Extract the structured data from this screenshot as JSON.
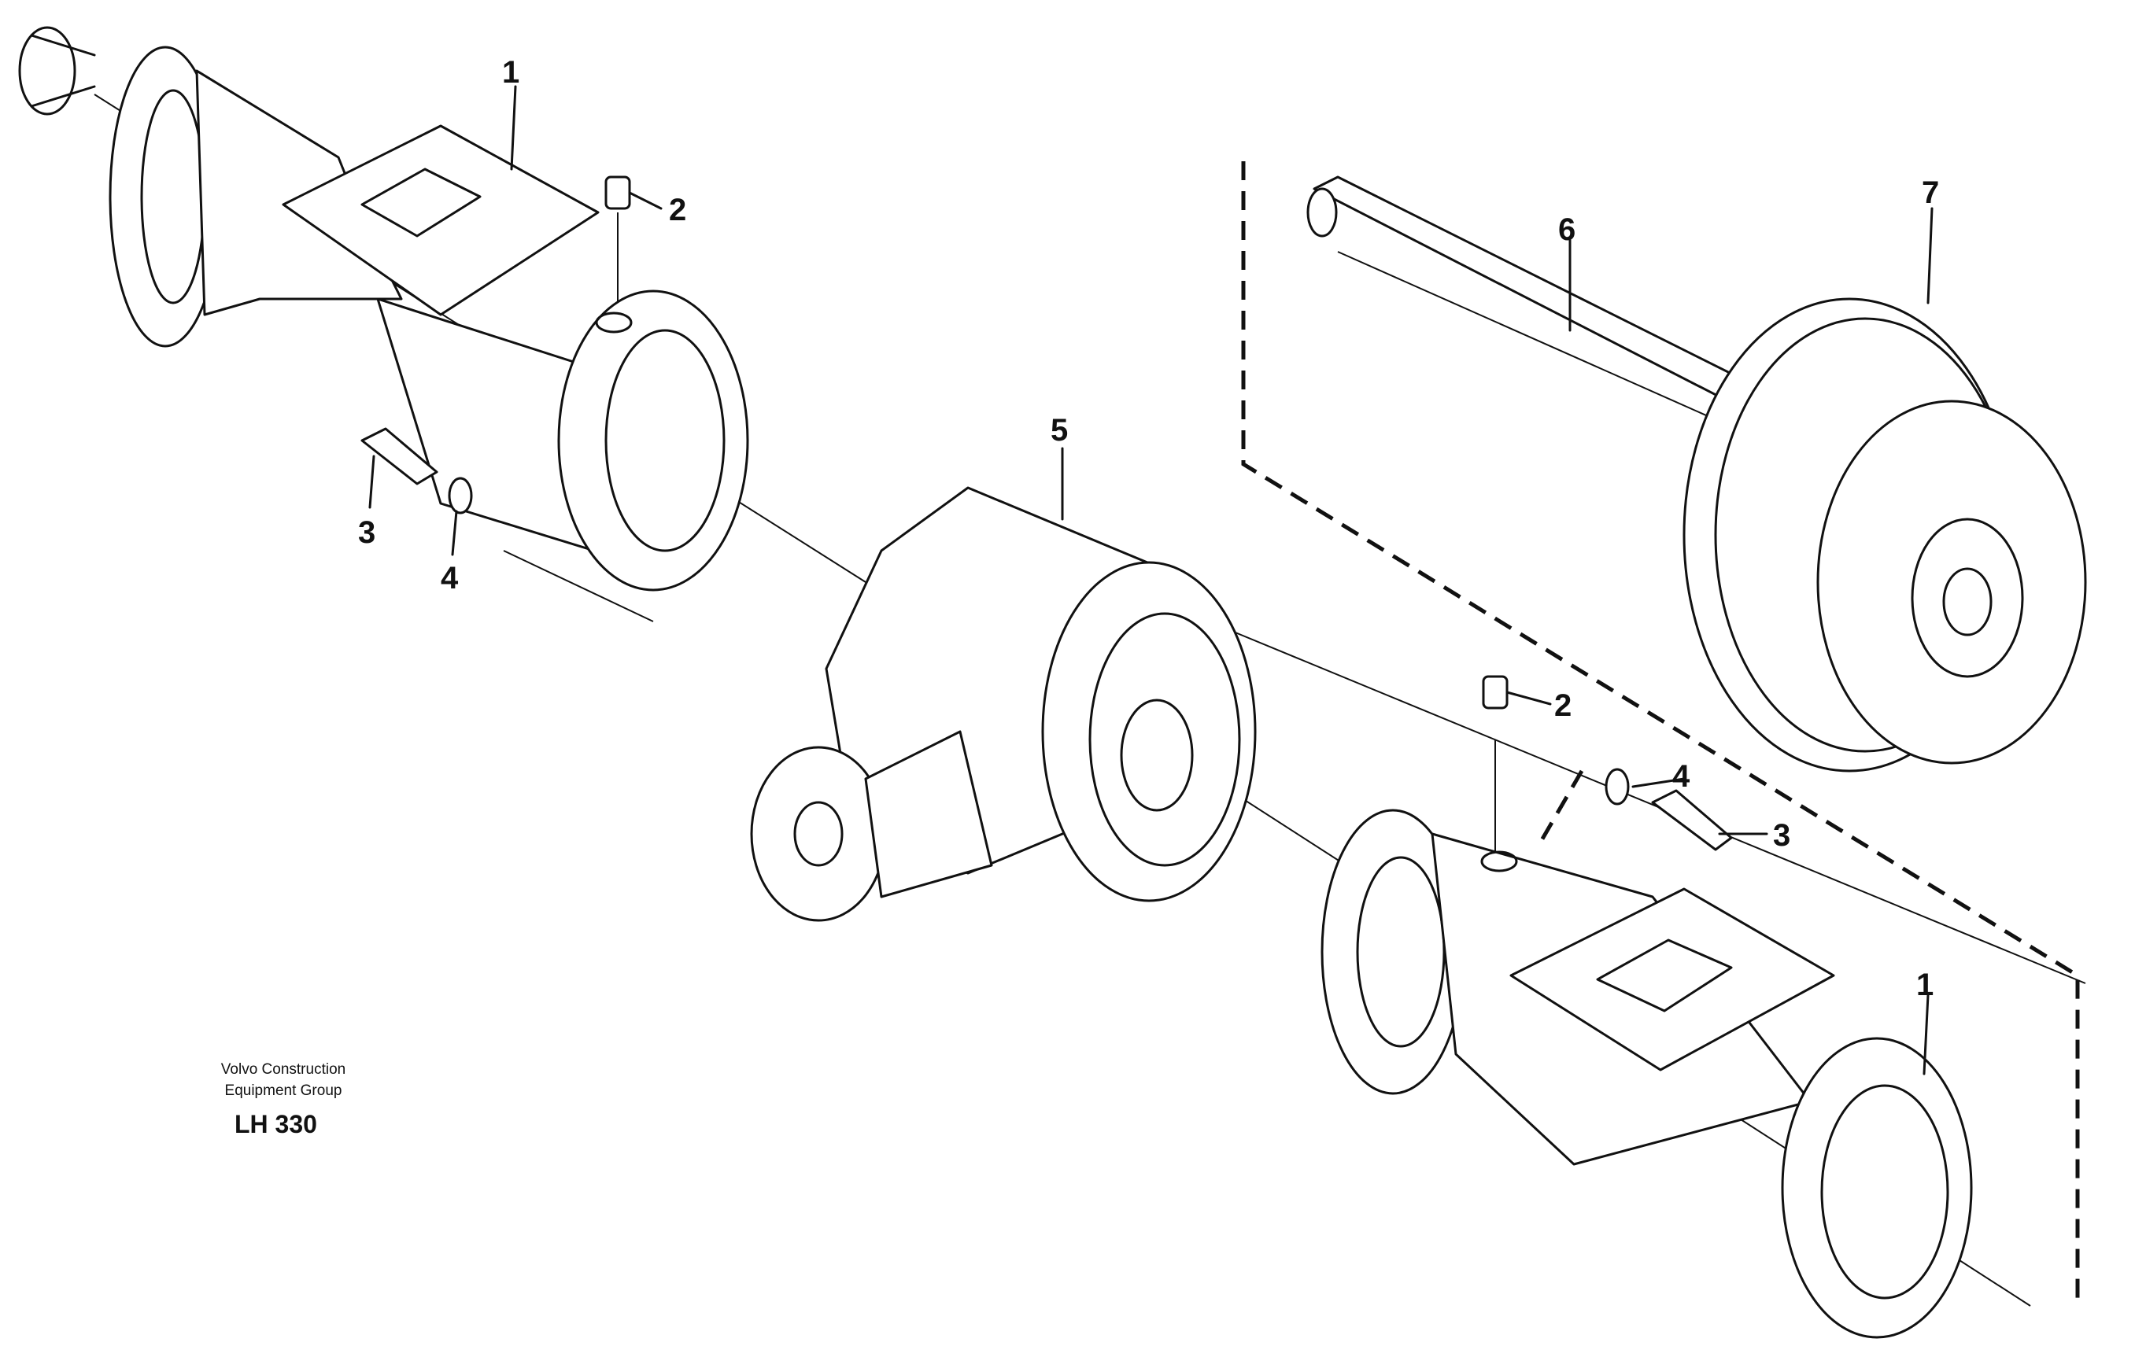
{
  "callouts": [
    "1",
    "2",
    "3",
    "4",
    "5",
    "6",
    "7"
  ],
  "brand": {
    "line1": "Volvo Construction",
    "line2": "Equipment Group"
  },
  "drawing_code": "LH 330"
}
